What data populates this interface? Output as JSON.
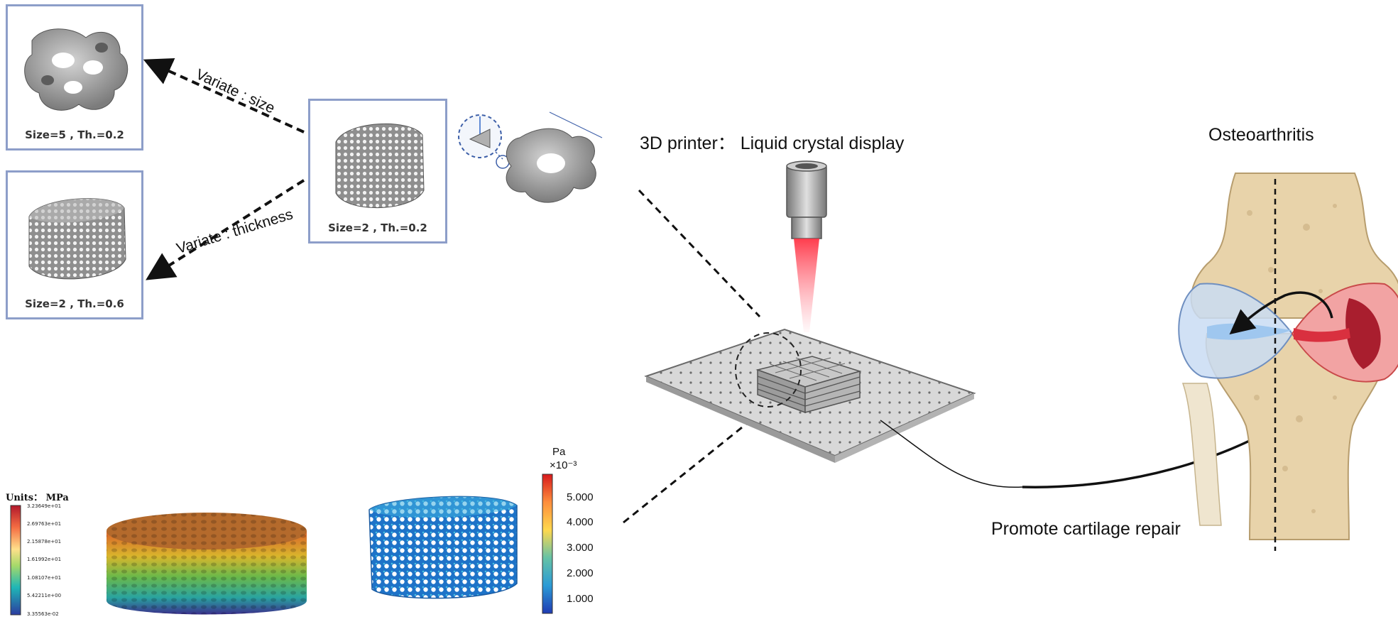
{
  "scaffolds": {
    "size5": {
      "caption": "Size=5 , Th.=0.2"
    },
    "size2_th06": {
      "caption": "Size=2 , Th.=0.6"
    },
    "base": {
      "caption": "Size=2 , Th.=0.2"
    }
  },
  "arrows": {
    "size": "Variate : size",
    "thickness": "Variate : thickness"
  },
  "printer": {
    "label": "3D printer： Liquid crystal display"
  },
  "knee": {
    "title": "Osteoarthritis"
  },
  "repair": {
    "label": "Promote cartilage repair"
  },
  "stress_legend": {
    "title": "Units： MPa",
    "ticks": [
      "3.23649e+01",
      "2.69763e+01",
      "2.15878e+01",
      "1.61992e+01",
      "1.08107e+01",
      "5.42211e+00",
      "3.35563e-02"
    ]
  },
  "pressure_legend": {
    "unit": "Pa",
    "multiplier": "×10⁻³",
    "ticks": [
      "5.000",
      "4.000",
      "3.000",
      "2.000",
      "1.000"
    ]
  },
  "colors": {
    "box_border": "#8d9ec9",
    "laser": "#ff4455",
    "cartilage_inflamed": "#c62a3a",
    "bone": "#e8d3aa",
    "scaffold_gray": "#9a9a9a"
  }
}
